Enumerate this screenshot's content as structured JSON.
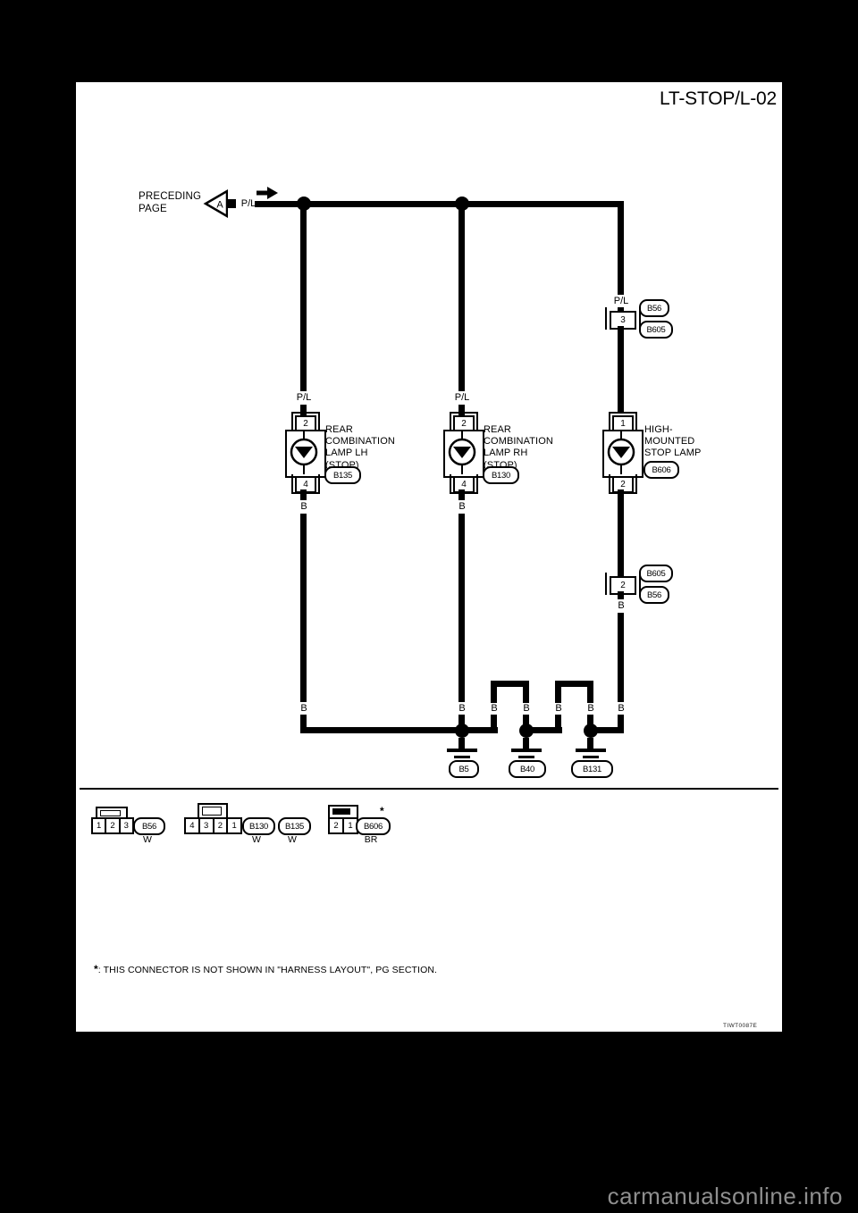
{
  "page": {
    "title": "LT-STOP/L-02",
    "watermark": "carmanualsonline.info",
    "figure_code": "TIWT0087E",
    "footnote": {
      "star": "*",
      "text": ": THIS CONNECTOR IS NOT SHOWN IN \"HARNESS LAYOUT\", PG SECTION."
    }
  },
  "wire_labels": {
    "power": "P/L",
    "ground": "B"
  },
  "preceding_page": {
    "line1": "PRECEDING",
    "line2": "PAGE",
    "ref_letter": "A",
    "wire_color": "P/L"
  },
  "lamps": {
    "lh": {
      "pin_top": "2",
      "pin_bottom": "4",
      "name_lines": [
        "REAR",
        "COMBINATION",
        "LAMP LH",
        "(STOP)"
      ],
      "connector_id": "B135"
    },
    "rh": {
      "pin_top": "2",
      "pin_bottom": "4",
      "name_lines": [
        "REAR",
        "COMBINATION",
        "LAMP RH",
        "(STOP)"
      ],
      "connector_id": "B130"
    },
    "high_mounted": {
      "pin_top": "1",
      "pin_bottom": "2",
      "name_lines": [
        "HIGH-",
        "MOUNTED",
        "STOP LAMP"
      ],
      "connector_id": "B606"
    }
  },
  "inline_connectors": {
    "upper": {
      "pin": "3",
      "label_top": "B56",
      "label_bottom": "B605"
    },
    "lower": {
      "pin": "2",
      "label_top": "B605",
      "label_bottom": "B56"
    }
  },
  "grounds": {
    "g1": "B5",
    "g2": "B40",
    "g3": "B131"
  },
  "legend": {
    "c1": {
      "pins": [
        "1",
        "2",
        "3"
      ],
      "id": "B56",
      "color": "W"
    },
    "c2": {
      "pins": [
        "4",
        "3",
        "2",
        "1"
      ],
      "id_a": "B130",
      "separator": ",",
      "id_b": "B135",
      "color_a": "W",
      "color_b": "W"
    },
    "c3": {
      "pins": [
        "2",
        "1"
      ],
      "id": "B606",
      "star": "*",
      "color": "BR"
    }
  }
}
